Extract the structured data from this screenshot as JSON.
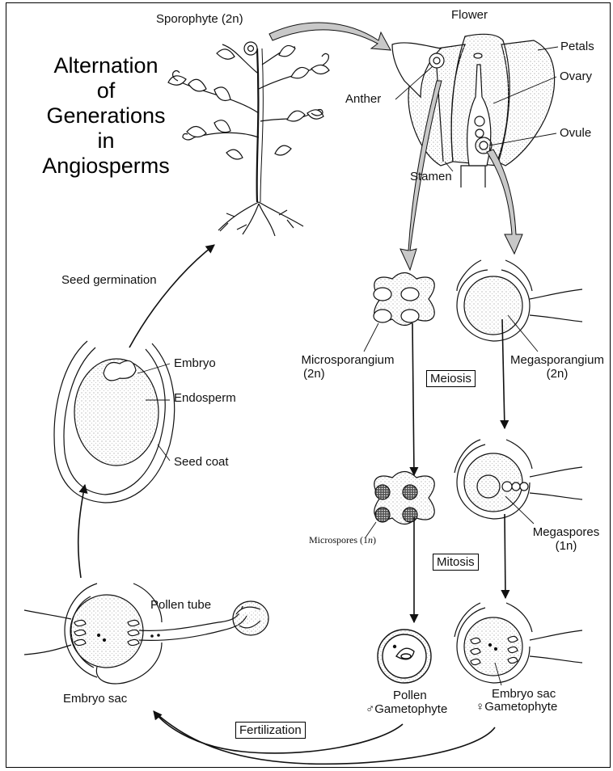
{
  "title": [
    "Alternation",
    "of",
    "Generations",
    "in",
    "Angiosperms"
  ],
  "labels": {
    "sporophyte": "Sporophyte (2n)",
    "flower": "Flower",
    "petals": "Petals",
    "ovary": "Ovary",
    "ovule": "Ovule",
    "anther": "Anther",
    "stamen": "Stamen",
    "seed_germination": "Seed germination",
    "embryo": "Embryo",
    "endosperm": "Endosperm",
    "seed_coat": "Seed coat",
    "microsporangium": "Microsporangium",
    "microsporangium_ploidy": "(2n)",
    "megasporangium": "Megasporangium",
    "megasporangium_ploidy": "(2n)",
    "meiosis": "Meiosis",
    "microspores": "Microspores (1",
    "microspores_n": "n",
    "microspores_close": ")",
    "megaspores": "Megaspores",
    "megaspores_ploidy": "(1n)",
    "mitosis": "Mitosis",
    "pollen_tube": "Pollen tube",
    "embryo_sac_left": "Embryo sac",
    "pollen": "Pollen",
    "male_symbol": "♂",
    "male_gametophyte": "Gametophyte",
    "female_symbol": "♀",
    "embryo_sac_right": "Embryo sac",
    "female_gametophyte": "Gametophyte",
    "fertilization": "Fertilization"
  },
  "colors": {
    "ink": "#111111",
    "arrow_fill": "#c8c8c8",
    "stipple": "#9a9a9a"
  }
}
